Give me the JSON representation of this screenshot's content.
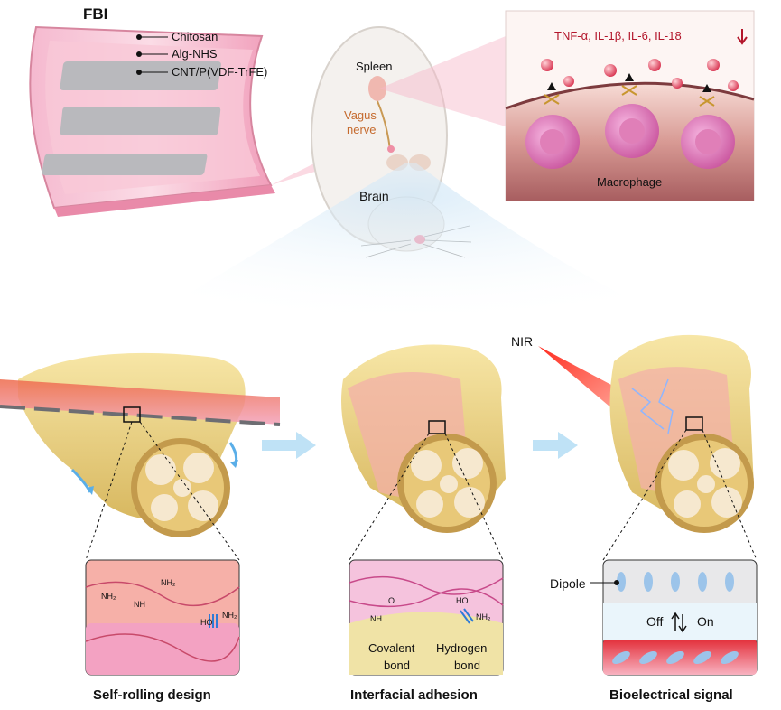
{
  "fbi": {
    "title": "FBI",
    "layers": [
      "Chitosan",
      "Alg-NHS",
      "CNT/P(VDF-TrFE)"
    ]
  },
  "mouse": {
    "spleen": "Spleen",
    "vagus_line1": "Vagus",
    "vagus_line2": "nerve",
    "brain": "Brain"
  },
  "inflammation": {
    "cytokines": "TNF-α, IL-1β, IL-6, IL-18",
    "cell": "Macrophage"
  },
  "stage3": {
    "nir": "NIR",
    "dipole": "Dipole",
    "off": "Off",
    "on": "On"
  },
  "stage2": {
    "covalent_line1": "Covalent",
    "covalent_line2": "bond",
    "hydrogen_line1": "Hydrogen",
    "hydrogen_line2": "bond"
  },
  "chem": {
    "nh2": "NH₂",
    "nh": "NH",
    "ho": "HO",
    "o": "O"
  },
  "captions": {
    "left": "Self-rolling design",
    "middle": "Interfacial adhesion",
    "right": "Bioelectrical signal"
  },
  "colors": {
    "accent_red": "#b3162b",
    "arrow_blue": "#a9d8f3",
    "nerve_yellow": "#efd58a",
    "film_pink": "#f2a6bf"
  }
}
